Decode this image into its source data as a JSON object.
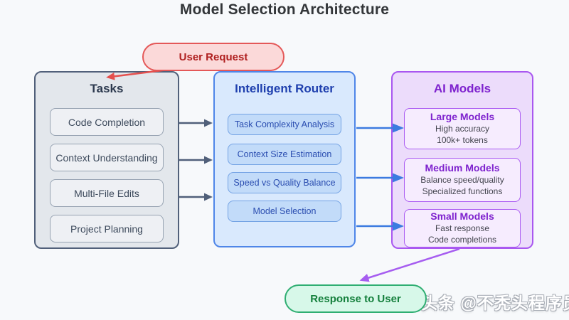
{
  "title": "Model Selection Architecture",
  "flow": {
    "user_request_label": "User Request",
    "response_label": "Response to User"
  },
  "columns": {
    "tasks": {
      "title": "Tasks",
      "items": [
        "Code Completion",
        "Context Understanding",
        "Multi-File Edits",
        "Project Planning"
      ]
    },
    "router": {
      "title": "Intelligent Router",
      "items": [
        "Task Complexity Analysis",
        "Context Size Estimation",
        "Speed vs Quality Balance",
        "Model Selection"
      ]
    },
    "models": {
      "title": "AI Models",
      "items": [
        {
          "name": "Large Models",
          "line1": "High accuracy",
          "line2": "100k+ tokens"
        },
        {
          "name": "Medium Models",
          "line1": "Balance speed/quality",
          "line2": "Specialized functions"
        },
        {
          "name": "Small Models",
          "line1": "Fast response",
          "line2": "Code completions"
        }
      ]
    }
  },
  "watermark": "头条 @不秃头程序员",
  "colors": {
    "background": "#f7f9fb",
    "user_request_fill": "#fbd9d9",
    "user_request_border": "#e45858",
    "response_fill": "#d7f8e9",
    "response_border": "#2fae72",
    "tasks_fill": "#e3e7ec",
    "tasks_border": "#51607a",
    "router_fill": "#d9e9fd",
    "router_border": "#4f86e8",
    "models_fill": "#ecdcfb",
    "models_border": "#a957f0",
    "arrow_gray": "#51607a",
    "arrow_blue": "#3b7be0",
    "arrow_red": "#e4504e",
    "arrow_purple": "#a65df0"
  }
}
